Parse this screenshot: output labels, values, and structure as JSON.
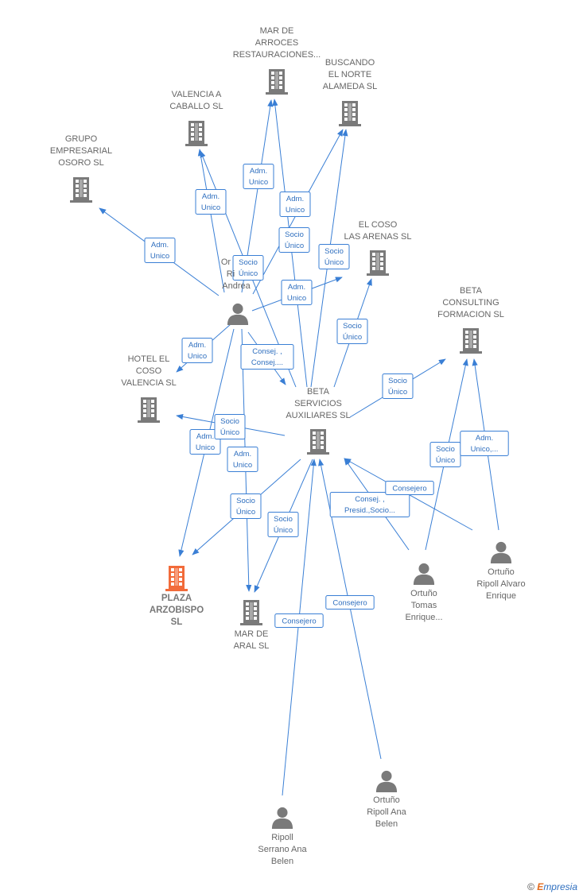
{
  "nodes": {
    "grupo": {
      "label": [
        "GRUPO",
        "EMPRESARIAL",
        "OSORO  SL"
      ],
      "type": "company"
    },
    "valencia_caballo": {
      "label": [
        "VALENCIA A",
        "CABALLO SL"
      ],
      "type": "company"
    },
    "mar_arroces": {
      "label": [
        "MAR DE",
        "ARROCES",
        "RESTAURACIONES..."
      ],
      "type": "company"
    },
    "buscando": {
      "label": [
        "BUSCANDO",
        "EL NORTE",
        "ALAMEDA  SL"
      ],
      "type": "company"
    },
    "el_coso": {
      "label": [
        "EL COSO",
        "LAS ARENAS  SL"
      ],
      "type": "company"
    },
    "beta_consulting": {
      "label": [
        "BETA",
        "CONSULTING",
        "FORMACION  SL"
      ],
      "type": "company"
    },
    "hotel": {
      "label": [
        "HOTEL EL",
        "COSO",
        "VALENCIA  SL"
      ],
      "type": "company"
    },
    "beta_servicios": {
      "label": [
        "BETA",
        "SERVICIOS",
        "AUXILIARES  SL"
      ],
      "type": "company"
    },
    "plaza": {
      "label": [
        "PLAZA",
        "ARZOBISPO",
        "SL"
      ],
      "type": "main"
    },
    "mar_aral": {
      "label": [
        "MAR DE",
        "ARAL  SL"
      ],
      "type": "company"
    },
    "andrea": {
      "label": [
        "Or",
        "Ri",
        "Andrea"
      ],
      "type": "person"
    },
    "tomas": {
      "label": [
        "Ortuño",
        "Tomas",
        "Enrique..."
      ],
      "type": "person"
    },
    "alvaro": {
      "label": [
        "Ortuño",
        "Ripoll Alvaro",
        "Enrique"
      ],
      "type": "person"
    },
    "ana_ripoll": {
      "label": [
        "Ortuño",
        "Ripoll Ana",
        "Belen"
      ],
      "type": "person"
    },
    "ana_serrano": {
      "label": [
        "Ripoll",
        "Serrano Ana",
        "Belen"
      ],
      "type": "person"
    }
  },
  "edges": [
    {
      "from": "andrea",
      "to": "grupo",
      "label": [
        "Adm.",
        "Unico"
      ]
    },
    {
      "from": "andrea",
      "to": "valencia_caballo",
      "label": [
        "Adm.",
        "Unico"
      ]
    },
    {
      "from": "andrea",
      "to": "mar_arroces",
      "label": [
        "Adm.",
        "Unico"
      ]
    },
    {
      "from": "andrea",
      "to": "buscando",
      "label": [
        "Adm.",
        "Unico"
      ]
    },
    {
      "from": "andrea",
      "to": "el_coso",
      "label": [
        "Adm.",
        "Unico"
      ]
    },
    {
      "from": "andrea",
      "to": "hotel",
      "label": [
        "Adm.",
        "Unico"
      ]
    },
    {
      "from": "andrea",
      "to": "beta_servicios",
      "label": [
        "Consej. ,",
        "Consej...."
      ]
    },
    {
      "from": "andrea",
      "to": "plaza",
      "label": [
        "Adm.",
        "Unico"
      ]
    },
    {
      "from": "andrea",
      "to": "mar_aral",
      "label": [
        "Adm.",
        "Unico"
      ]
    },
    {
      "from": "beta_servicios",
      "to": "valencia_caballo",
      "label": [
        "Socio",
        "Único"
      ]
    },
    {
      "from": "beta_servicios",
      "to": "mar_arroces",
      "label": [
        "Socio",
        "Único"
      ]
    },
    {
      "from": "beta_servicios",
      "to": "buscando",
      "label": [
        "Socio",
        "Único"
      ]
    },
    {
      "from": "beta_servicios",
      "to": "el_coso",
      "label": [
        "Socio",
        "Único"
      ]
    },
    {
      "from": "beta_servicios",
      "to": "beta_consulting",
      "label": [
        "Socio",
        "Único"
      ]
    },
    {
      "from": "beta_servicios",
      "to": "hotel",
      "label": [
        "Socio",
        "Único"
      ]
    },
    {
      "from": "beta_servicios",
      "to": "plaza",
      "label": [
        "Socio",
        "Único"
      ]
    },
    {
      "from": "beta_servicios",
      "to": "mar_aral",
      "label": [
        "Socio",
        "Único"
      ]
    },
    {
      "from": "tomas",
      "to": "beta_consulting",
      "label": [
        "Socio",
        "Único"
      ]
    },
    {
      "from": "tomas",
      "to": "beta_servicios",
      "label": [
        "Consej. ,",
        "Presid.,Socio..."
      ]
    },
    {
      "from": "alvaro",
      "to": "beta_consulting",
      "label": [
        "Adm.",
        "Unico,..."
      ]
    },
    {
      "from": "alvaro",
      "to": "beta_servicios",
      "label": [
        "Consejero"
      ]
    },
    {
      "from": "ana_ripoll",
      "to": "beta_servicios",
      "label": [
        "Consejero"
      ]
    },
    {
      "from": "ana_serrano",
      "to": "beta_servicios",
      "label": [
        "Consejero"
      ]
    }
  ],
  "colors": {
    "edge": "#3a7fd5",
    "company": "#7a7a7a",
    "main": "#f26b3a",
    "person": "#7a7a7a"
  },
  "footer": {
    "copyright": "©",
    "brand_first": "E",
    "brand_rest": "mpresia"
  }
}
